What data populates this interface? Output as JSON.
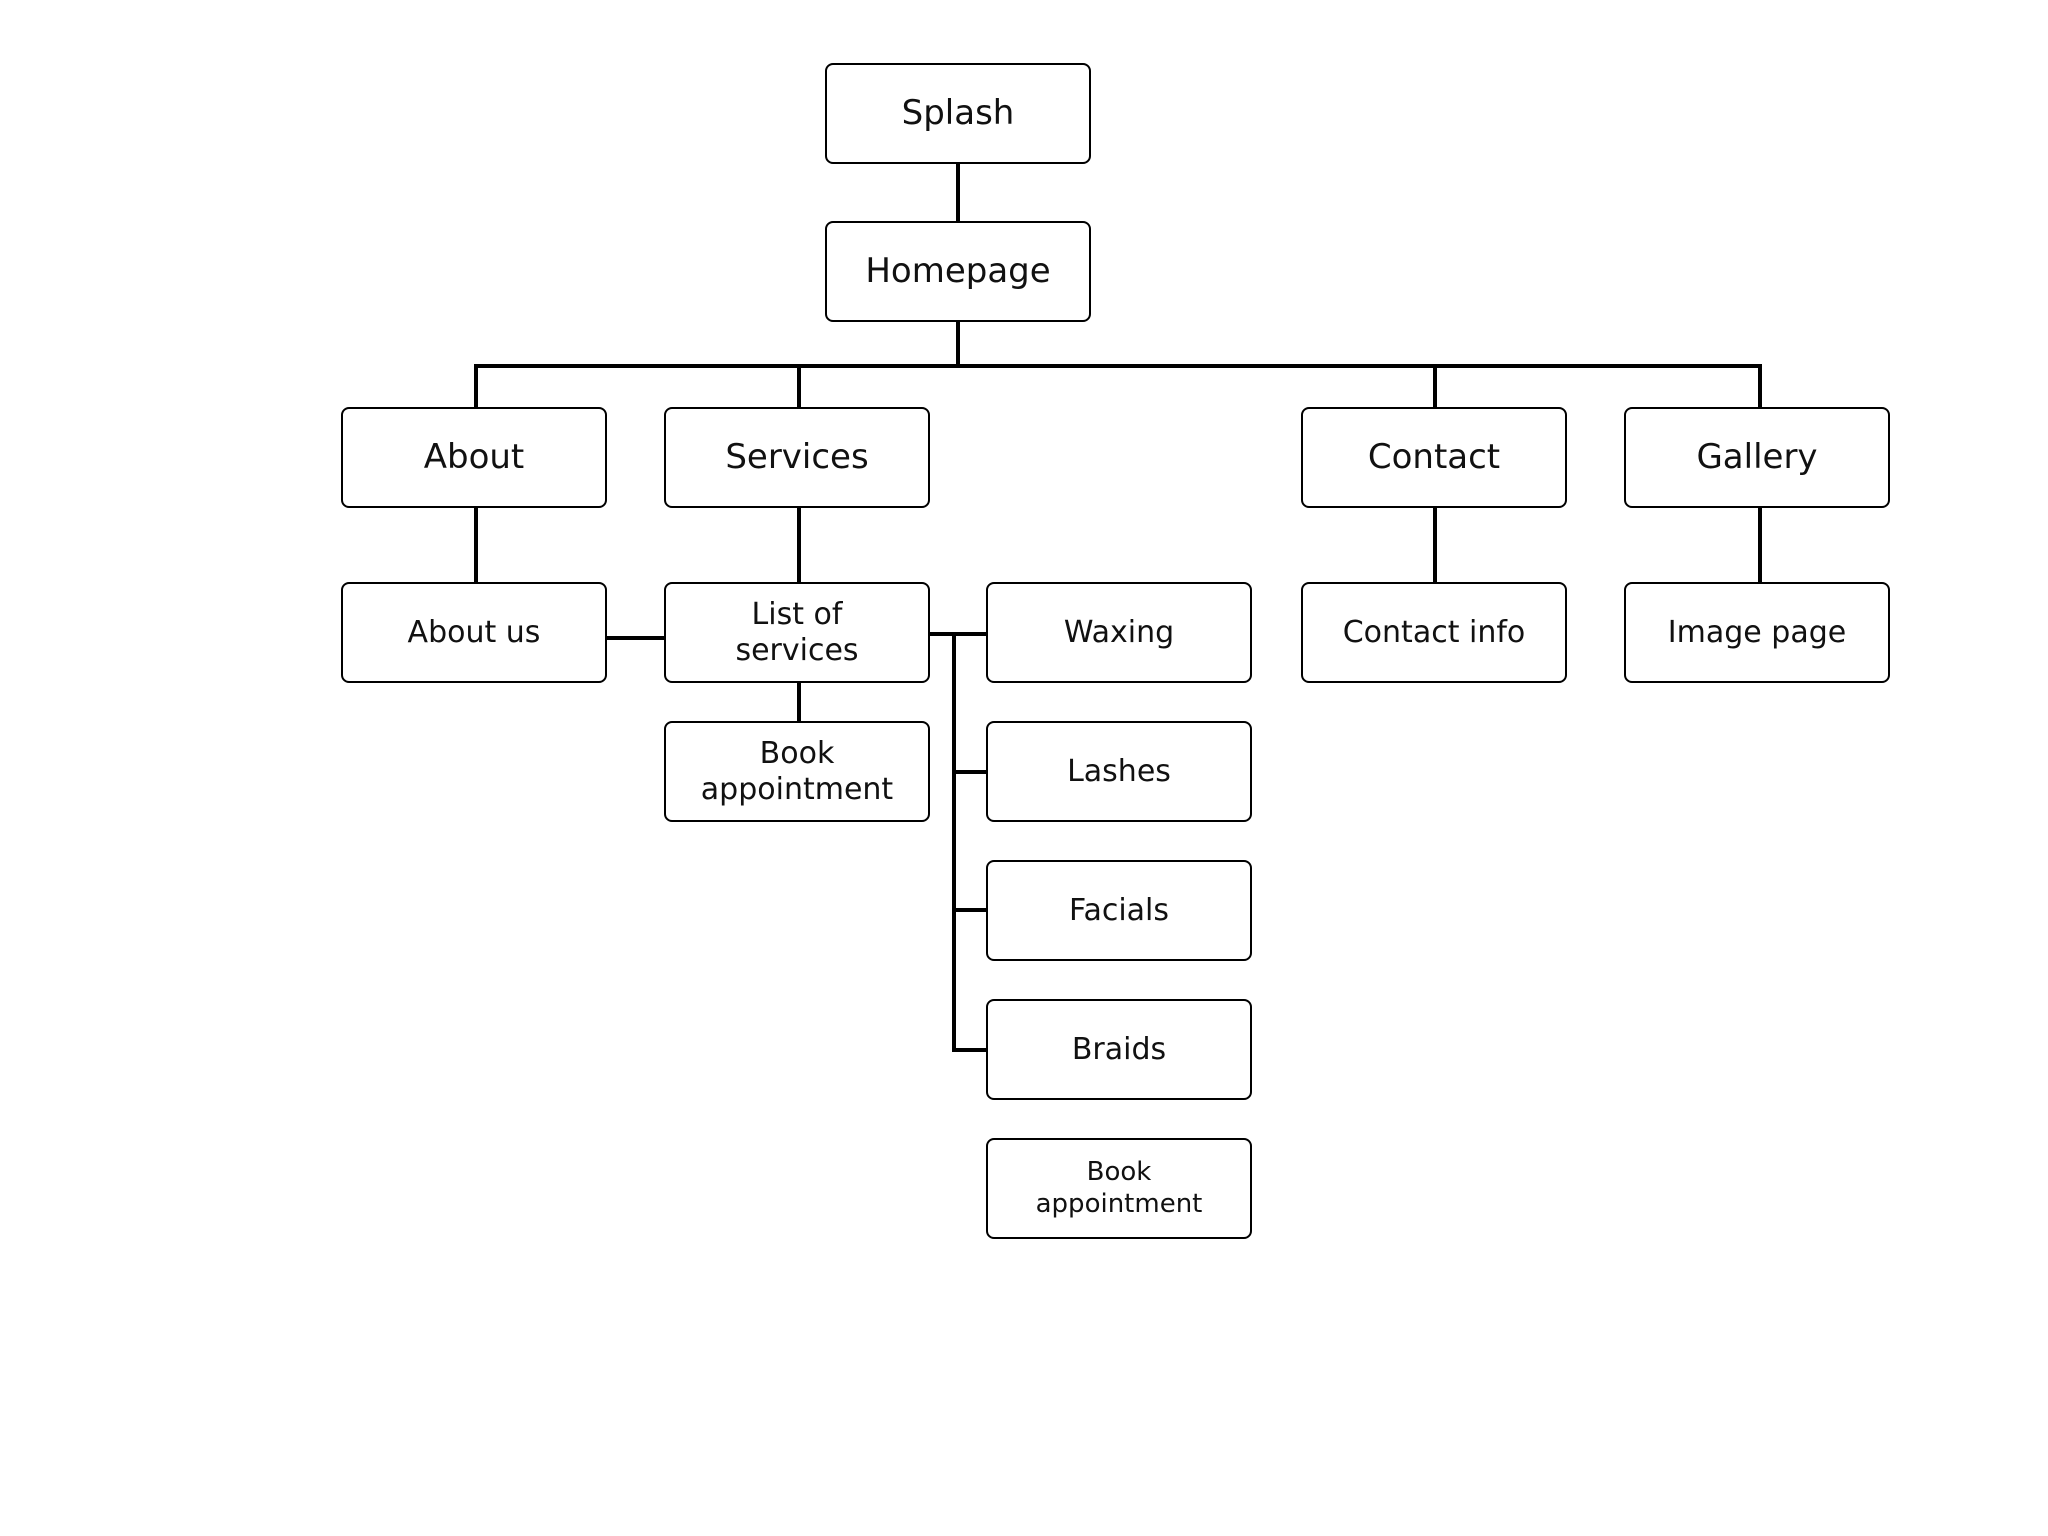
{
  "diagram": {
    "root": {
      "label": "Splash"
    },
    "home": {
      "label": "Homepage"
    },
    "sections": {
      "about": {
        "label": "About"
      },
      "services": {
        "label": "Services"
      },
      "contact": {
        "label": "Contact"
      },
      "gallery": {
        "label": "Gallery"
      }
    },
    "subpages": {
      "about_us": {
        "label": "About us"
      },
      "list_of_services": {
        "label": "List of\nservices"
      },
      "book_appointment_1": {
        "label": "Book\nappointment"
      },
      "contact_info": {
        "label": "Contact info"
      },
      "image_page": {
        "label": "Image page"
      }
    },
    "service_items": [
      {
        "label": "Waxing"
      },
      {
        "label": "Lashes"
      },
      {
        "label": "Facials"
      },
      {
        "label": "Braids"
      }
    ],
    "book_appointment_2": {
      "label": "Book\nappointment"
    },
    "line_color": "#000000",
    "box_border_color": "#000000",
    "background_color": "#ffffff"
  }
}
